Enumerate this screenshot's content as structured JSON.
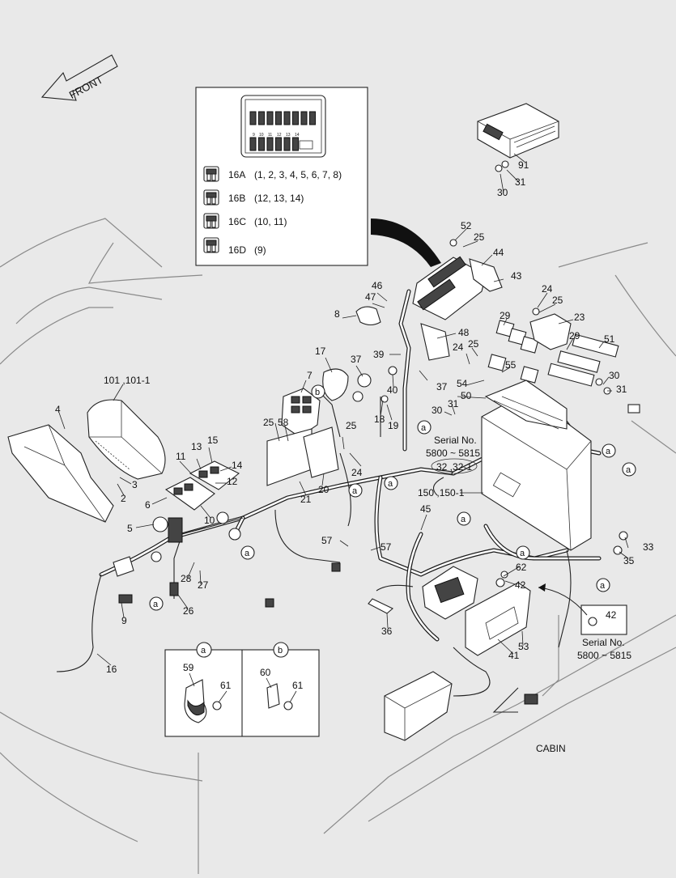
{
  "diagram": {
    "front_label": "FRONT",
    "cabin_label": "CABIN",
    "fuse_legend": [
      {
        "code": "16A",
        "positions": "(1, 2, 3, 4, 5, 6, 7, 8)"
      },
      {
        "code": "16B",
        "positions": "(12, 13, 14)"
      },
      {
        "code": "16C",
        "positions": "(10, 11)"
      },
      {
        "code": "16D",
        "positions": "(9)"
      }
    ],
    "fuse_box_numbers": [
      "9",
      "10",
      "11",
      "12",
      "13",
      "14"
    ],
    "serial_note_center": {
      "title": "Serial No.",
      "range": "5800 ~ 5815",
      "parts": "32 ,32-1"
    },
    "serial_note_right": {
      "part": "42",
      "title": "Serial No.",
      "range": "5800 ~ 5815"
    },
    "detail_a": {
      "tag": "a",
      "parts": [
        "59",
        "61"
      ]
    },
    "detail_b": {
      "tag": "b",
      "parts": [
        "60",
        "61"
      ]
    },
    "callouts": {
      "c101": "101 ,101-1",
      "c4": "4",
      "c3": "3",
      "c2": "2",
      "c6": "6",
      "c5": "5",
      "c7": "7",
      "c8": "8",
      "c9": "9",
      "c10": "10",
      "c11": "11",
      "c12": "12",
      "c13": "13",
      "c14": "14",
      "c15": "15",
      "c16": "16",
      "c17": "17",
      "c18": "18",
      "c19": "19",
      "c20": "20",
      "c21": "21",
      "c23": "23",
      "c24a": "24",
      "c24b": "24",
      "c24c": "24",
      "c25a": "25",
      "c25b": "25",
      "c25c": "25",
      "c25d": "25",
      "c25e": "25",
      "c26": "26",
      "c27": "27",
      "c28": "28",
      "c29a": "29",
      "c29b": "29",
      "c30a": "30",
      "c30b": "30",
      "c30c": "30",
      "c31a": "31",
      "c31b": "31",
      "c31c": "31",
      "c33": "33",
      "c35": "35",
      "c36": "36",
      "c37a": "37",
      "c37b": "37",
      "c39": "39",
      "c40": "40",
      "c41": "41",
      "c42": "42",
      "c43": "43",
      "c44": "44",
      "c45": "45",
      "c46": "46",
      "c47": "47",
      "c48": "48",
      "c50": "50",
      "c51": "51",
      "c52": "52",
      "c53": "53",
      "c54": "54",
      "c55": "55",
      "c57a": "57",
      "c57b": "57",
      "c58": "58",
      "c62": "62",
      "c91": "91",
      "c150": "150 ,150-1"
    },
    "clamp_markers": {
      "a": "a",
      "b": "b"
    }
  }
}
